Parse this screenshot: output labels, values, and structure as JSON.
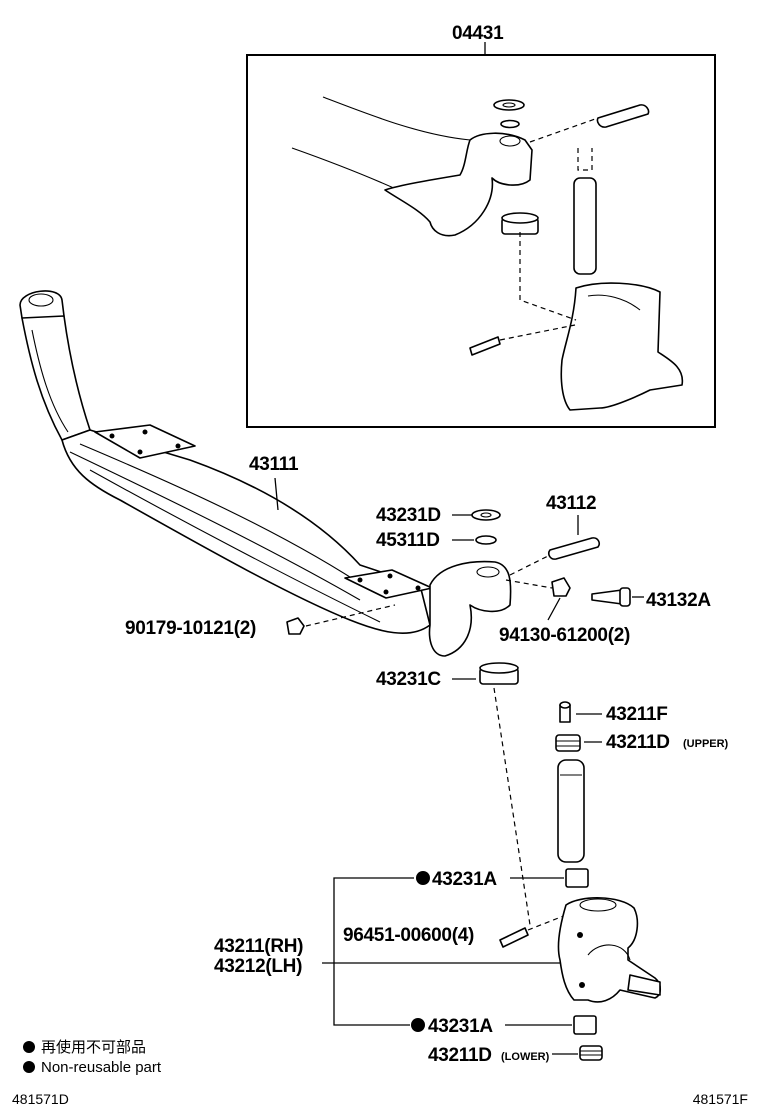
{
  "labels": {
    "inset_kit": "04431",
    "axle_beam": "43111",
    "washer_upper": "43231D",
    "o_ring": "45311D",
    "king_pin_small": "43112",
    "nut_left": "90179-10121(2)",
    "bolt_right": "43132A",
    "nut_right": "94130-61200(2)",
    "bearing_upper": "43231C",
    "grease_fitting": "43211F",
    "cap_upper": "43211D",
    "cap_upper_note": "(UPPER)",
    "bushing_upper": "43231A",
    "fitting_knuckle": "96451-00600(4)",
    "knuckle_rh": "43211(RH)",
    "knuckle_lh": "43212(LH)",
    "bushing_lower": "43231A",
    "cap_lower": "43211D",
    "cap_lower_note": "(LOWER)"
  },
  "legend": {
    "japanese": "再使用不可部品",
    "english": "Non-reusable part"
  },
  "footer": {
    "left_code": "481571D",
    "right_code": "481571F"
  }
}
